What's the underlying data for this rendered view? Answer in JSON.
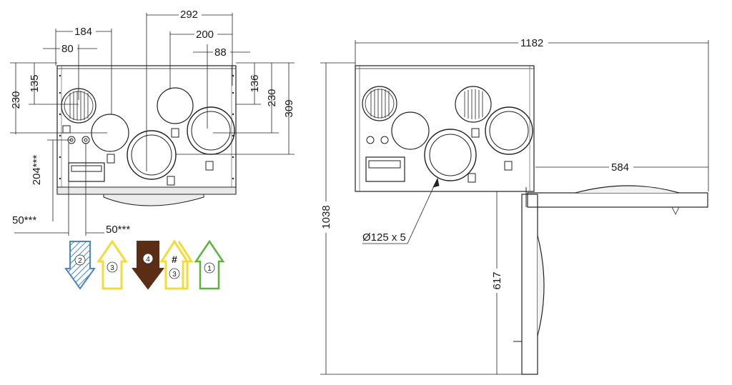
{
  "left_view": {
    "dims": {
      "w292": "292",
      "w184": "184",
      "w200": "200",
      "w80": "80",
      "w88": "88",
      "h230_left": "230",
      "h135": "135",
      "h136": "136",
      "h230_right": "230",
      "h309": "309",
      "h204": "204***",
      "w50_left": "50***",
      "w50_right": "50***"
    },
    "arrows": [
      {
        "number": "2",
        "direction": "down",
        "style": "hatched",
        "color": "#4a86c8"
      },
      {
        "number": "3",
        "direction": "up",
        "style": "outline",
        "color": "#f2dc3a"
      },
      {
        "number": "4",
        "direction": "down",
        "style": "solid",
        "color": "#5a2d14"
      },
      {
        "number": "3",
        "direction": "up",
        "style": "outline-hash",
        "color": "#f2dc3a",
        "mark": "#"
      },
      {
        "number": "1",
        "direction": "up",
        "style": "outline",
        "color": "#5bb53c"
      }
    ]
  },
  "right_view": {
    "dims": {
      "w1182": "1182",
      "w584": "584",
      "h1038": "1038",
      "h617": "617",
      "duct": "Ø125 x 5"
    }
  }
}
